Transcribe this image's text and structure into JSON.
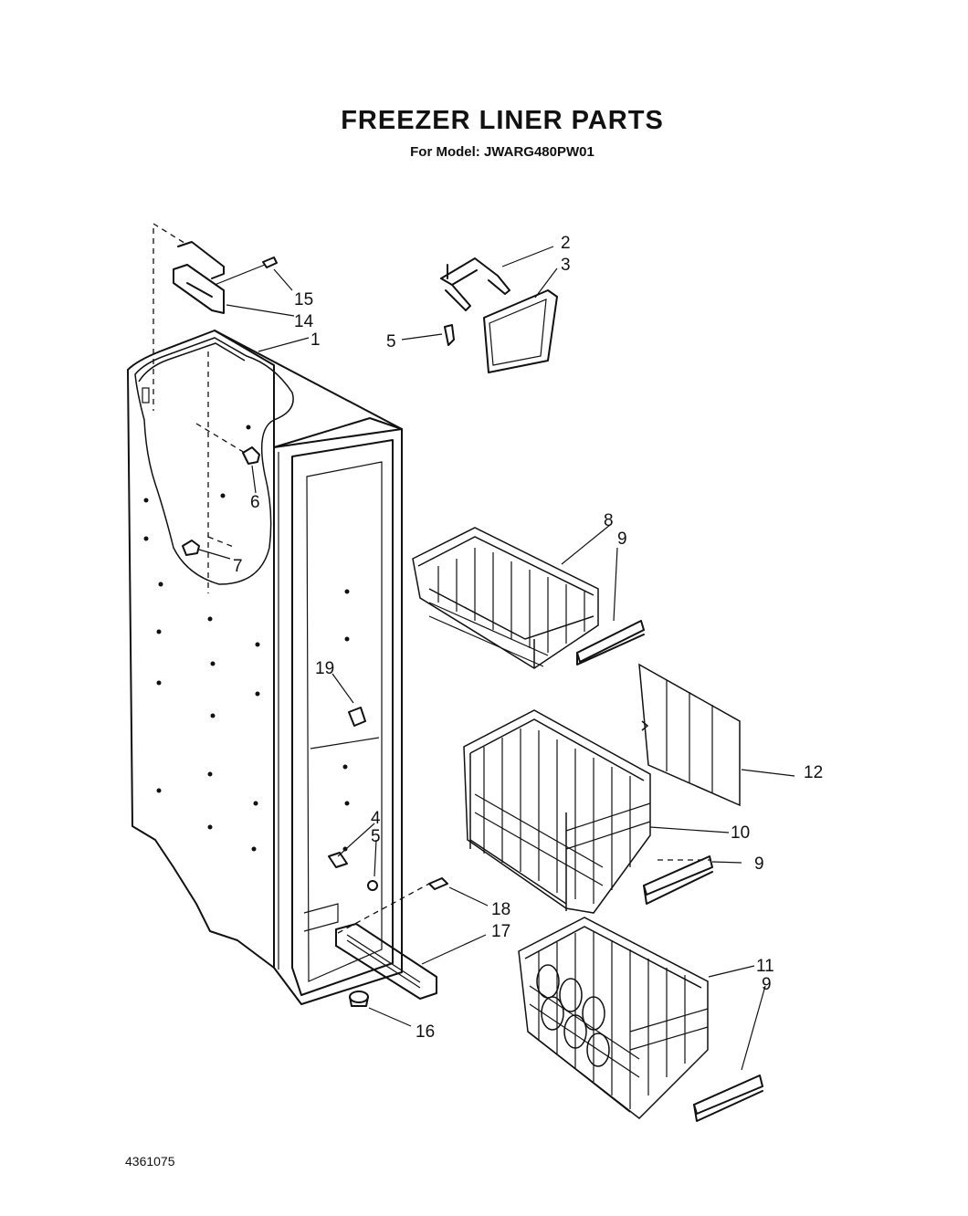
{
  "title": "FREEZER LINER PARTS",
  "subtitle": "For Model: JWARG480PW01",
  "document_number": "4361075",
  "callouts": {
    "c1": "1",
    "c2": "2",
    "c3": "3",
    "c4": "4",
    "c5a": "5",
    "c5b": "5",
    "c6": "6",
    "c7": "7",
    "c8": "8",
    "c9a": "9",
    "c9b": "9",
    "c9c": "9",
    "c10": "10",
    "c11": "11",
    "c12": "12",
    "c14": "14",
    "c15": "15",
    "c16": "16",
    "c17": "17",
    "c18": "18",
    "c19": "19"
  }
}
